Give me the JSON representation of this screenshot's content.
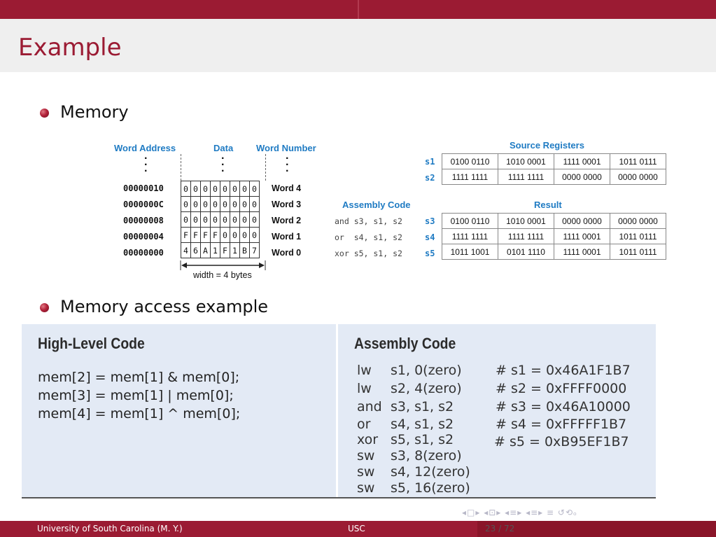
{
  "slide": {
    "title": "Example",
    "bullets": [
      "Memory",
      "Memory access example"
    ]
  },
  "memory_figure": {
    "headers": {
      "word_address": "Word Address",
      "data": "Data",
      "word_number": "Word Number"
    },
    "rows": [
      {
        "address": "00000010",
        "bytes": [
          "0",
          "0",
          "0",
          "0",
          "0",
          "0",
          "0",
          "0"
        ],
        "word": "Word 4"
      },
      {
        "address": "0000000C",
        "bytes": [
          "0",
          "0",
          "0",
          "0",
          "0",
          "0",
          "0",
          "0"
        ],
        "word": "Word 3"
      },
      {
        "address": "00000008",
        "bytes": [
          "0",
          "0",
          "0",
          "0",
          "0",
          "0",
          "0",
          "0"
        ],
        "word": "Word 2"
      },
      {
        "address": "00000004",
        "bytes": [
          "F",
          "F",
          "F",
          "F",
          "0",
          "0",
          "0",
          "0"
        ],
        "word": "Word 1"
      },
      {
        "address": "00000000",
        "bytes": [
          "4",
          "6",
          "A",
          "1",
          "F",
          "1",
          "B",
          "7"
        ],
        "word": "Word 0"
      }
    ],
    "width_note": "width = 4 bytes"
  },
  "register_figure": {
    "source_title": "Source Registers",
    "result_title": "Result",
    "assembly_title": "Assembly Code",
    "source": [
      {
        "reg": "s1",
        "cells": [
          "0100 0110",
          "1010 0001",
          "1111 0001",
          "1011 0111"
        ]
      },
      {
        "reg": "s2",
        "cells": [
          "1111 1111",
          "1111 1111",
          "0000 0000",
          "0000 0000"
        ]
      }
    ],
    "assembly": [
      "and s3, s1, s2",
      "or  s4, s1, s2",
      "xor s5, s1, s2"
    ],
    "result": [
      {
        "reg": "s3",
        "cells": [
          "0100 0110",
          "1010 0001",
          "0000 0000",
          "0000 0000"
        ]
      },
      {
        "reg": "s4",
        "cells": [
          "1111 1111",
          "1111 1111",
          "1111 0001",
          "1011 0111"
        ]
      },
      {
        "reg": "s5",
        "cells": [
          "1011 1001",
          "0101 1110",
          "1111 0001",
          "1011 0111"
        ]
      }
    ]
  },
  "code_panel": {
    "high_level_title": "High-Level Code",
    "high_level": [
      "mem[2] = mem[1] & mem[0];",
      "mem[3] = mem[1] | mem[0];",
      "mem[4] = mem[1] ^ mem[0];"
    ],
    "assembly_title": "Assembly Code",
    "instructions": [
      {
        "op": "lw",
        "args": "s1, 0(zero)"
      },
      {
        "op": "lw",
        "args": "s2, 4(zero)"
      },
      {
        "op": "and",
        "args": "s3, s1, s2"
      },
      {
        "op": "or",
        "args": "s4, s1, s2"
      },
      {
        "op": "xor",
        "args": "s5, s1, s2"
      },
      {
        "op": "sw",
        "args": "s3, 8(zero)"
      },
      {
        "op": "sw",
        "args": "s4, 12(zero)"
      },
      {
        "op": "sw",
        "args": "s5, 16(zero)"
      }
    ],
    "comments": [
      "# s1 = 0x46A1F1B7",
      "# s2 = 0xFFFF0000",
      "# s3 = 0x46A10000",
      "# s4 = 0xFFFFF1B7",
      "# s5 = 0xB95EF1B7"
    ]
  },
  "footer": {
    "institution": "University of South Carolina  (M. Y.)",
    "short": "USC",
    "page": "23 / 72"
  },
  "nav_icons": [
    "nav-prev-frame",
    "nav-next-frame",
    "nav-section",
    "nav-subsection",
    "nav-align",
    "nav-search"
  ]
}
